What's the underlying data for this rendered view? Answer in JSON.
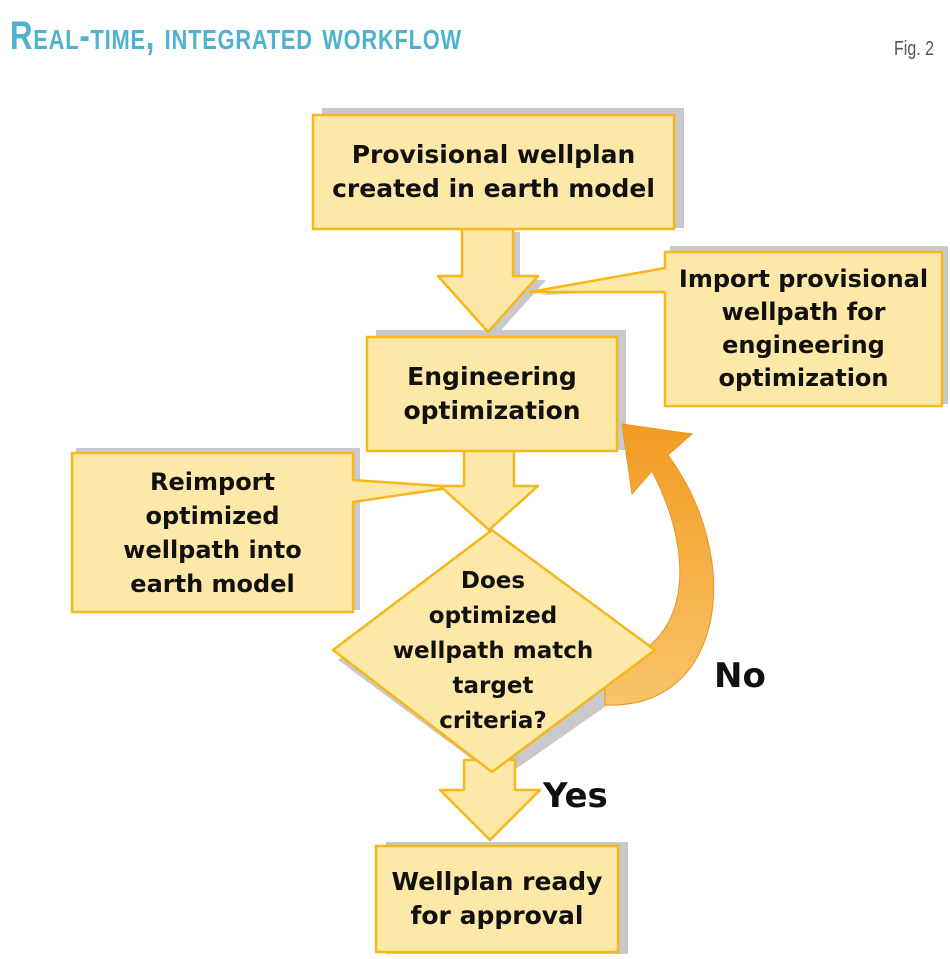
{
  "header": {
    "title": "Real-time, integrated workflow",
    "fig_label": "Fig. 2"
  },
  "nodes": {
    "provisional": "Provisional wellplan\ncreated in earth model",
    "engineering": "Engineering\noptimization",
    "decision": "Does\noptimized\nwellpath match\ntarget\ncriteria?",
    "ready": "Wellplan ready\nfor approval"
  },
  "callouts": {
    "import": "Import provisional\nwellpath for\nengineering\noptimization",
    "reimport": "Reimport\noptimized\nwellpath into\nearth model"
  },
  "edges": {
    "no_label": "No",
    "yes_label": "Yes"
  },
  "colors": {
    "title": "#4fb3cf",
    "box_fill": "#fde8a8",
    "box_stroke": "#f5b71a",
    "shadow": "#c9c9c9",
    "loop_arrow": "#f6a93b"
  }
}
